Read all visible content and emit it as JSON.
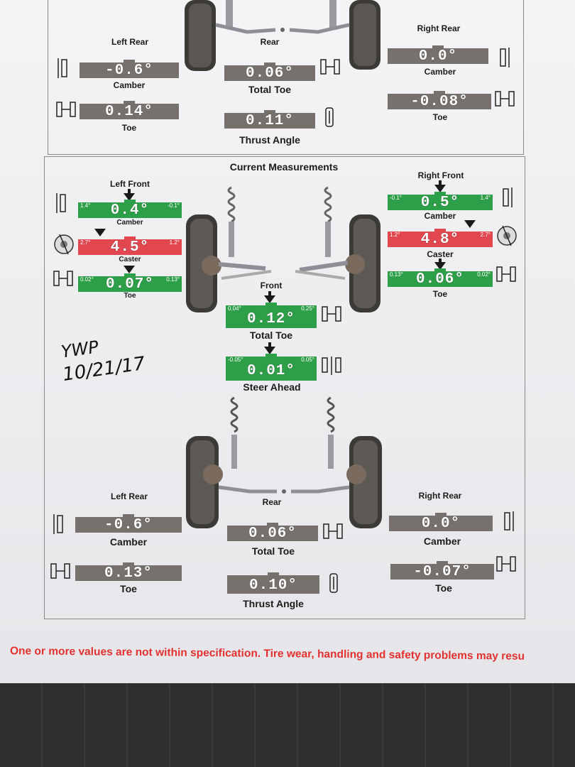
{
  "colors": {
    "gray": "#77716d",
    "green": "#2e9f49",
    "red": "#e2474f",
    "warning": "#e2312f"
  },
  "top_section": {
    "left_rear": {
      "title": "Left Rear",
      "camber": "-0.6°",
      "camber_label": "Camber",
      "toe": "0.14°",
      "toe_label": "Toe"
    },
    "rear": {
      "title": "Rear",
      "total_toe": "0.06°",
      "total_toe_label": "Total Toe",
      "thrust": "0.11°",
      "thrust_label": "Thrust Angle"
    },
    "right_rear": {
      "title": "Right Rear",
      "camber": "0.0°",
      "camber_label": "Camber",
      "toe": "-0.08°",
      "toe_label": "Toe"
    }
  },
  "current": {
    "title": "Current Measurements",
    "left_front": {
      "title": "Left Front",
      "camber": {
        "value": "0.4°",
        "min": "1.4°",
        "max": "-0.1°",
        "label": "Camber"
      },
      "caster": {
        "value": "4.5°",
        "min": "2.7°",
        "max": "1.2°",
        "label": "Caster"
      },
      "toe": {
        "value": "0.07°",
        "min": "0.02°",
        "max": "0.13°",
        "label": "Toe"
      }
    },
    "right_front": {
      "title": "Right Front",
      "camber": {
        "value": "0.5°",
        "min": "-0.1°",
        "max": "1.4°",
        "label": "Camber"
      },
      "caster": {
        "value": "4.8°",
        "min": "1.2°",
        "max": "2.7°",
        "label": "Caster"
      },
      "toe": {
        "value": "0.06°",
        "min": "0.13°",
        "max": "0.02°",
        "label": "Toe"
      }
    },
    "front": {
      "title": "Front",
      "total_toe": {
        "value": "0.12°",
        "min": "0.04°",
        "max": "0.25°",
        "label": "Total Toe"
      },
      "steer_ahead": {
        "value": "0.01°",
        "min": "-0.05°",
        "max": "0.05°",
        "label": "Steer Ahead"
      }
    },
    "left_rear": {
      "title": "Left Rear",
      "camber": "-0.6°",
      "camber_label": "Camber",
      "toe": "0.13°",
      "toe_label": "Toe"
    },
    "rear": {
      "title": "Rear",
      "total_toe": "0.06°",
      "total_toe_label": "Total Toe",
      "thrust": "0.10°",
      "thrust_label": "Thrust Angle"
    },
    "right_rear": {
      "title": "Right Rear",
      "camber": "0.0°",
      "camber_label": "Camber",
      "toe": "-0.07°",
      "toe_label": "Toe"
    }
  },
  "handwriting": {
    "line1": "YWP",
    "line2": "10/21/17"
  },
  "warning": "One or more values are not within specification.  Tire wear, handling and safety problems may resu"
}
